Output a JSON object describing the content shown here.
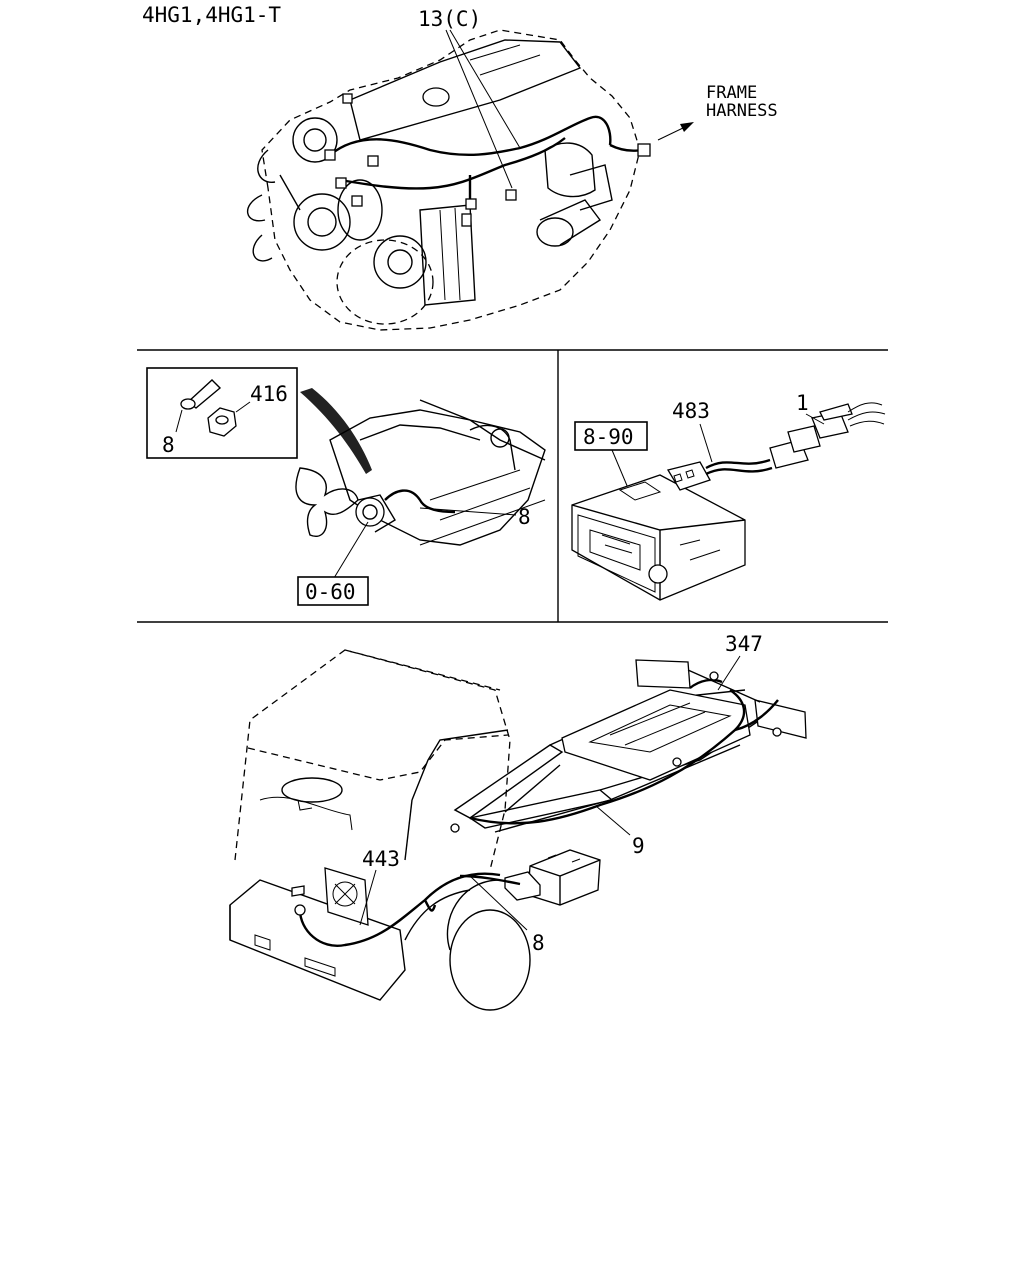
{
  "engine_codes": "4HG1,4HG1-T",
  "engine_panel": {
    "harness_ref": "13(C)",
    "frame_harness_line1": "FRAME",
    "frame_harness_line2": "HARNESS"
  },
  "detail_panel": {
    "inset_ref_nut": "416",
    "inset_ref_wire": "8",
    "harness_ref": "8",
    "section_ref": "0-60"
  },
  "radio_panel": {
    "section_ref": "8-90",
    "connector_harness_ref": "483",
    "connector_ref": "1"
  },
  "chassis_panel": {
    "ref_frame_harness": "347",
    "ref_main_harness": "9",
    "ref_fan_harness": "443",
    "ref_cab_harness": "8"
  }
}
